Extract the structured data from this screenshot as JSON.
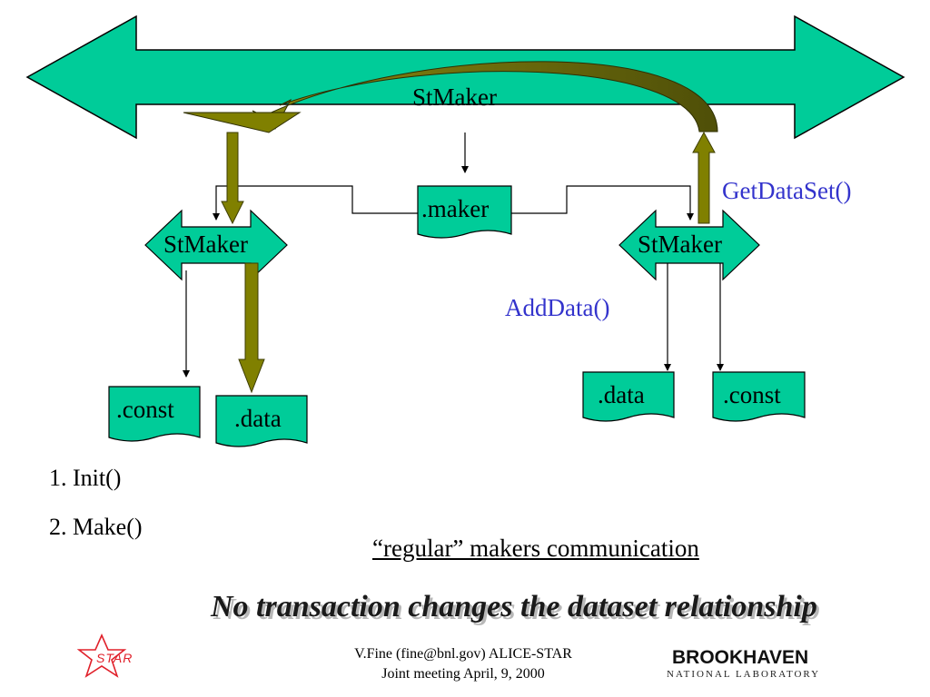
{
  "diagram": {
    "main_maker": "StMaker",
    "maker_file": ".maker",
    "left_maker": "StMaker",
    "right_maker": "StMaker",
    "left_const": ".const",
    "left_data": ".data",
    "right_data": ".data",
    "right_const": ".const",
    "get_dataset": "GetDataSet()",
    "add_data": "AddData()"
  },
  "steps": [
    "1. Init()",
    "2. Make()"
  ],
  "subtitle": "“regular” makers communication",
  "headline": "No transaction changes the dataset relationship",
  "footer": {
    "line1": "V.Fine (fine@bnl.gov) ALICE-STAR",
    "line2": "Joint meeting April, 9, 2000"
  },
  "logos": {
    "star": "STAR",
    "bnl_name": "BROOKHAVEN",
    "bnl_sub": "NATIONAL LABORATORY"
  },
  "colors": {
    "teal": "#00cc99",
    "olive": "#808000",
    "olive_dark": "#5c5c00",
    "blue_text": "#3333cc",
    "star_red": "#e0202a"
  }
}
